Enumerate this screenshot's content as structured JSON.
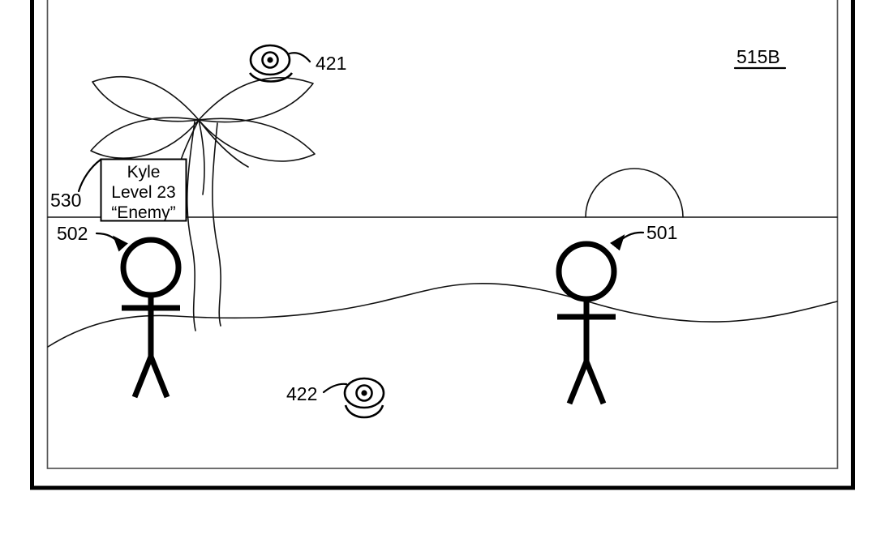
{
  "figure": {
    "id_label": "515B",
    "type": "patent-figure-game-screen"
  },
  "callouts": [
    {
      "ref": "421",
      "name": "eye-indicator-upper",
      "desc": "eye icon above palm tree"
    },
    {
      "ref": "422",
      "name": "eye-indicator-lower",
      "desc": "eye icon near ground"
    },
    {
      "ref": "530",
      "name": "nameplate-callout",
      "desc": "leader to floating name label"
    },
    {
      "ref": "502",
      "name": "highlighted-avatar-callout",
      "desc": "leader to glowing avatar"
    },
    {
      "ref": "501",
      "name": "player-avatar-callout",
      "desc": "leader to plain avatar"
    }
  ],
  "nameplate": {
    "name": "Kyle",
    "level": "Level 23",
    "relation": "“Enemy”"
  },
  "scene_objects": [
    {
      "name": "palm-tree",
      "label": ""
    },
    {
      "name": "sun",
      "label": ""
    },
    {
      "name": "ground-horizon",
      "label": ""
    },
    {
      "name": "avatar-highlighted",
      "label": ""
    },
    {
      "name": "avatar-plain",
      "label": ""
    }
  ],
  "colors": {
    "ink": "#000000",
    "frame_inner": "#555555",
    "background": "#ffffff",
    "glow": "#9a9a9a"
  }
}
